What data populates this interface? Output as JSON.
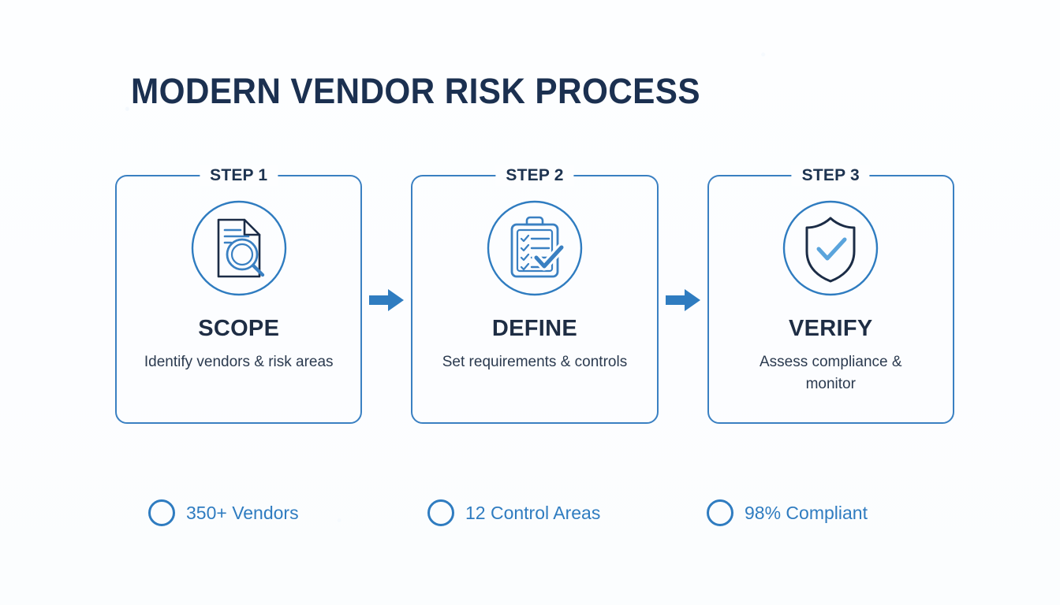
{
  "header": {
    "title": "MODERN VENDOR RISK PROCESS"
  },
  "colors": {
    "accent_blue": "#2f7cc0",
    "card_border": "#3a80c2",
    "title_navy": "#1b3050",
    "icon_navy": "#1b2c46",
    "background": "#fdfeff"
  },
  "steps": [
    {
      "step_label": "STEP 1",
      "icon": "document-magnifier-icon",
      "name": "SCOPE",
      "description": "Identify vendors & risk areas"
    },
    {
      "step_label": "STEP 2",
      "icon": "clipboard-checklist-icon",
      "name": "DEFINE",
      "description": "Set requirements & controls"
    },
    {
      "step_label": "STEP 3",
      "icon": "shield-check-icon",
      "name": "VERIFY",
      "description": "Assess compliance & monitor"
    }
  ],
  "connectors": [
    {
      "icon": "arrow-right-icon"
    },
    {
      "icon": "arrow-right-icon"
    }
  ],
  "stats": [
    {
      "bullet": "circle-outline-icon",
      "label": "350+ Vendors"
    },
    {
      "bullet": "circle-outline-icon",
      "label": "12 Control Areas"
    },
    {
      "bullet": "circle-outline-icon",
      "label": "98% Compliant"
    }
  ]
}
